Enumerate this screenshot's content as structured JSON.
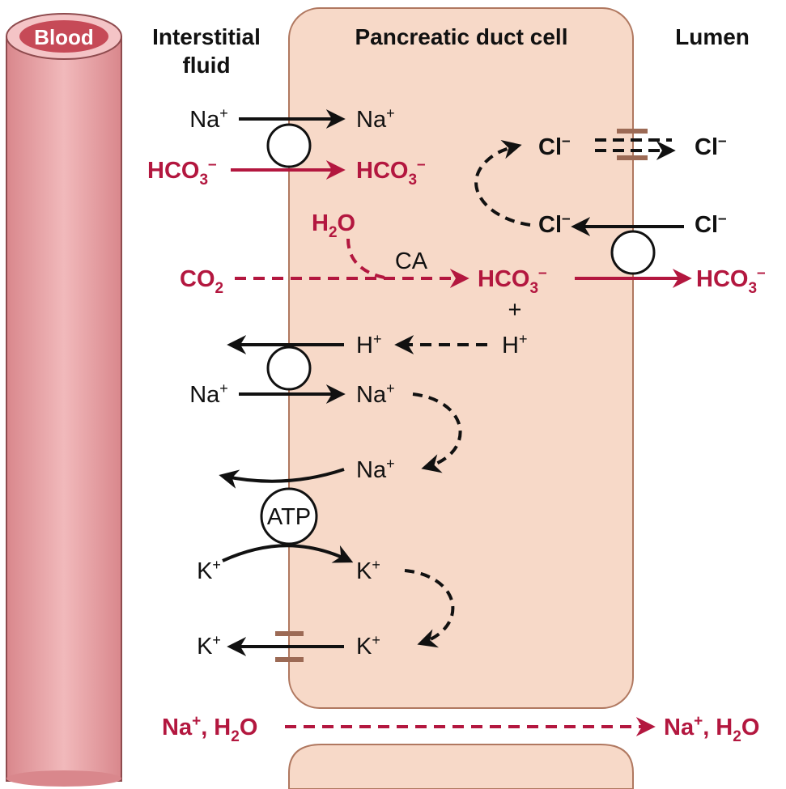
{
  "headers": {
    "blood": "Blood",
    "interstitial_line1": "Interstitial",
    "interstitial_line2": "fluid",
    "cell": "Pancreatic duct cell",
    "lumen": "Lumen"
  },
  "ions": {
    "na_plus": "Na",
    "k_plus": "K",
    "h_plus": "H",
    "cl_minus": "Cl",
    "hco3": "HCO",
    "co2": "CO",
    "h2o": "H",
    "o": "O",
    "plus_sup": "+",
    "minus_sup": "–",
    "sub3": "3",
    "sub2": "2"
  },
  "labels": {
    "ca": "CA",
    "plus_sign": "+",
    "atp": "ATP",
    "na_h2o_left": "Na",
    "na_h2o_right": "Na",
    "comma_h": ", H"
  },
  "colors": {
    "red": "#b3173f",
    "cell_fill": "#f7d9c8",
    "cell_stroke": "#b07860",
    "blood_fill": "#e39a9d",
    "blood_stroke": "#8e4b4e",
    "channel": "#9c6a55"
  }
}
